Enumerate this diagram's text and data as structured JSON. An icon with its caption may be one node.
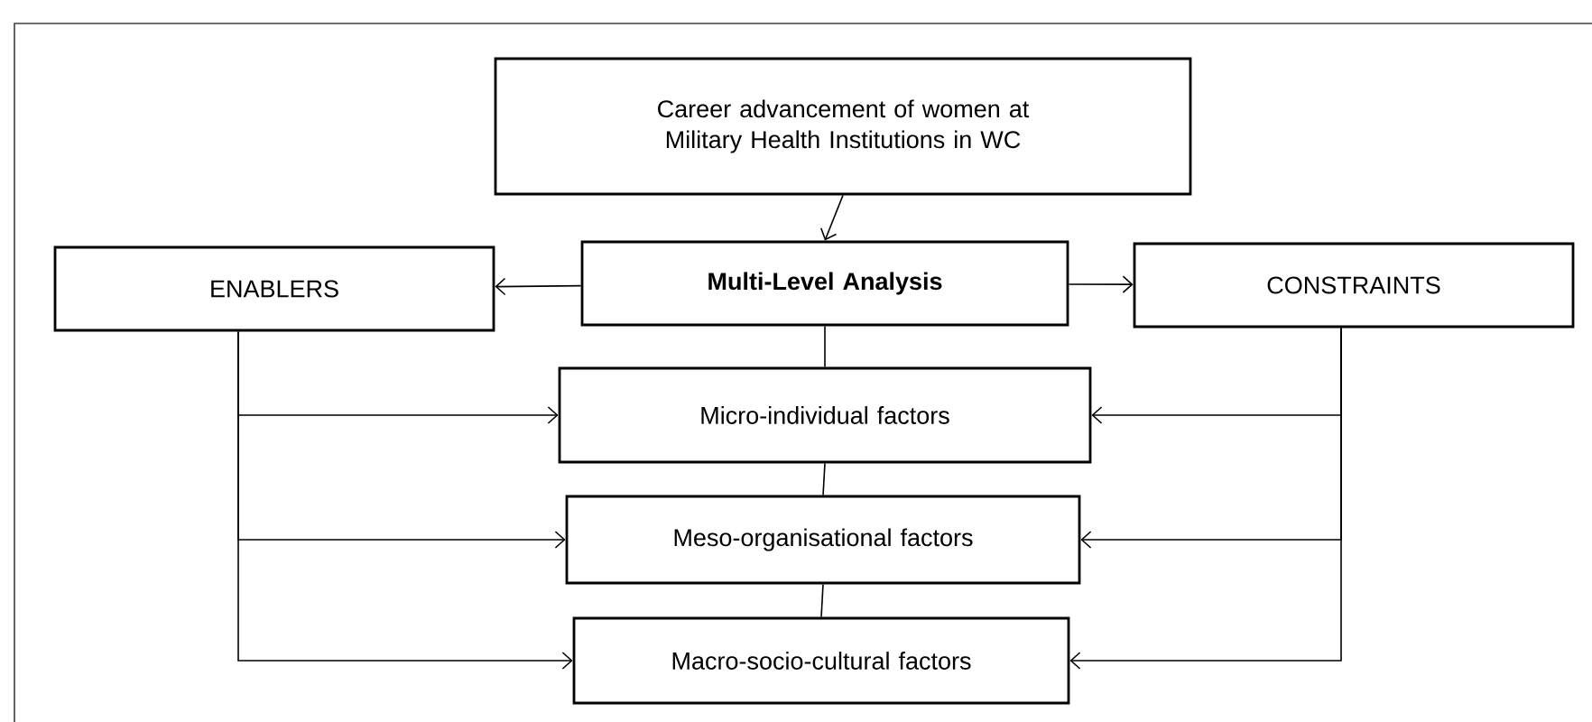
{
  "diagram": {
    "nodes": [
      {
        "text": [
          "Career advancement of women at Military Health Institutions in WC"
        ]
      },
      {
        "text": [
          "**Multi-Level Analysis**"
        ]
      },
      {
        "text": [
          "ENABLERS"
        ]
      },
      {
        "text": [
          "CONSTRAINTS"
        ]
      },
      {
        "text": [
          "Micro-individual factors"
        ]
      },
      {
        "text": [
          "Meso-organisational factors"
        ]
      },
      {
        "text": [
          "Macro-socio-cultural factors"
        ]
      }
    ],
    "edges": [
      {
        "from": 0,
        "to": 1,
        "arrow": "to"
      },
      {
        "from": 1,
        "to": 2,
        "arrow": "to"
      },
      {
        "from": 1,
        "to": 3,
        "arrow": "to"
      },
      {
        "from": 1,
        "to": 4,
        "arrow": "none"
      },
      {
        "from": 4,
        "to": 5,
        "arrow": "none"
      },
      {
        "from": 5,
        "to": 6,
        "arrow": "none"
      },
      {
        "from": 2,
        "to": 4,
        "arrow": "to"
      },
      {
        "from": 2,
        "to": 5,
        "arrow": "to"
      },
      {
        "from": 2,
        "to": 6,
        "arrow": "to"
      },
      {
        "from": 3,
        "to": 4,
        "arrow": "to"
      },
      {
        "from": 3,
        "to": 5,
        "arrow": "to"
      },
      {
        "from": 3,
        "to": 6,
        "arrow": "to"
      }
    ]
  }
}
